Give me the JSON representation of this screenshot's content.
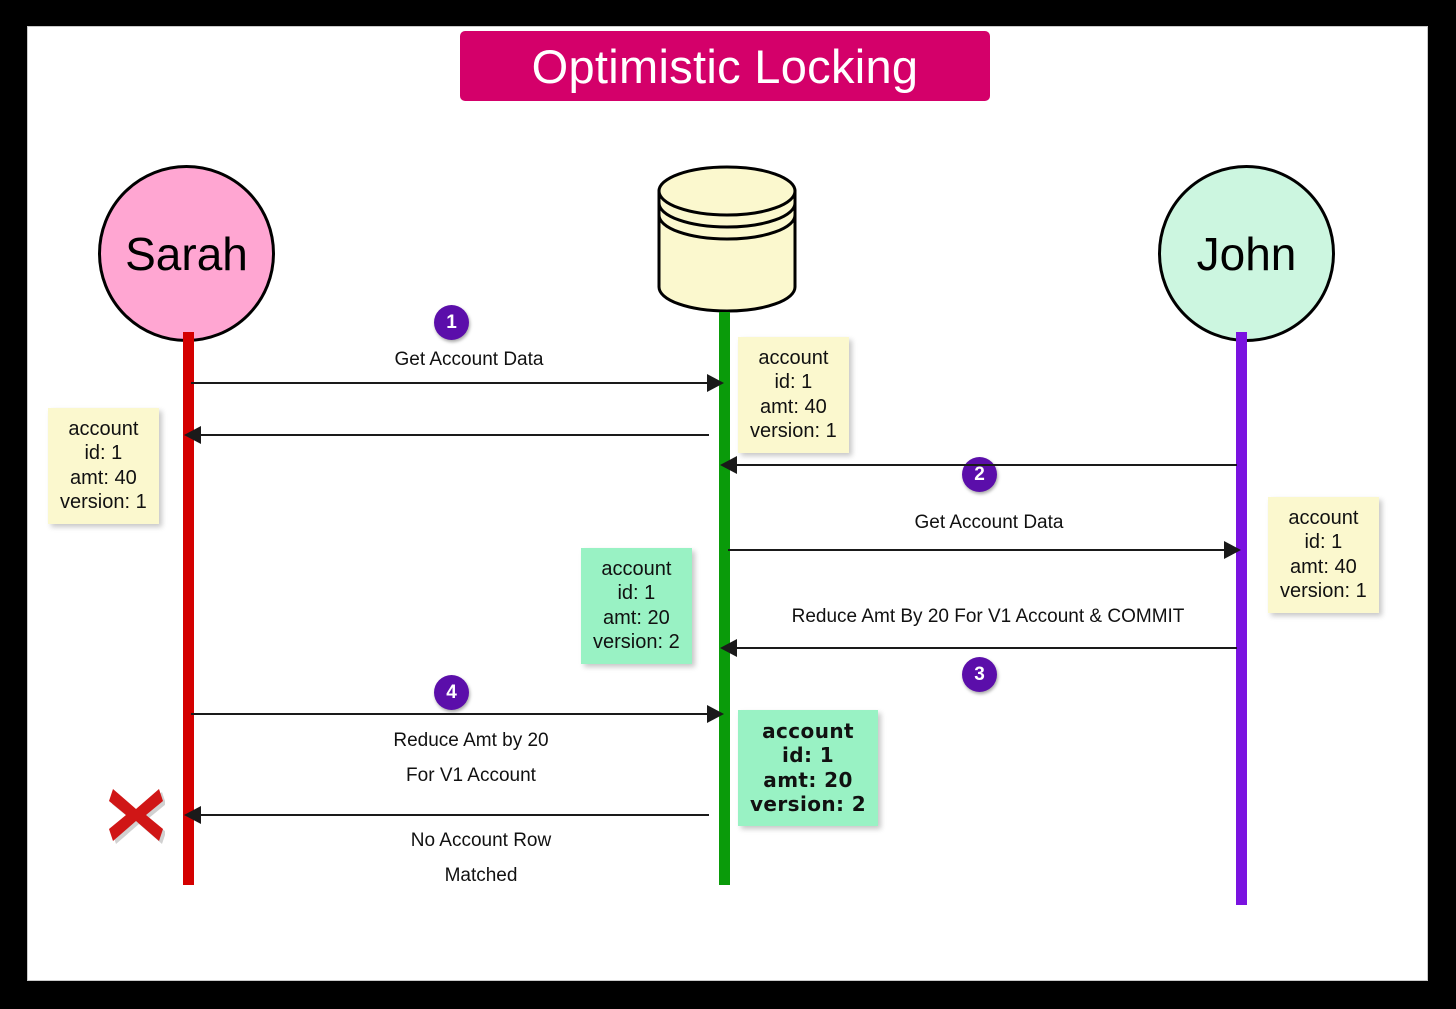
{
  "title": "Optimistic Locking",
  "colors": {
    "title_bg": "#d4006a",
    "sarah_fill": "#ffa6d2",
    "john_fill": "#ccf6e0",
    "db_fill": "#fbf8ce",
    "sarah_lifeline": "#d40000",
    "db_lifeline": "#0a9b0a",
    "john_lifeline": "#7a13e0",
    "badge": "#5b0eaa",
    "note_yellow": "#fbf8ce",
    "note_green": "#99f2c4",
    "fail_x": "#d01616"
  },
  "actors": {
    "sarah": {
      "label": "Sarah",
      "icon": "person-circle-icon"
    },
    "database": {
      "label": "",
      "icon": "database-cylinder-icon"
    },
    "john": {
      "label": "John",
      "icon": "person-circle-icon"
    }
  },
  "steps": [
    {
      "number": "1",
      "label_line1": "Get Account Data",
      "label_line2": ""
    },
    {
      "number": "2",
      "label_line1": "Get Account Data",
      "label_line2": ""
    },
    {
      "number": "3",
      "label_line1": "Reduce Amt By 20 For V1 Account & COMMIT",
      "label_line2": ""
    },
    {
      "number": "4",
      "label_line1": "Reduce Amt by 20",
      "label_line2": "For V1 Account"
    }
  ],
  "messages": {
    "no_match_line1": "No Account Row",
    "no_match_line2": "Matched"
  },
  "notes": {
    "db_v1": {
      "title": "account",
      "id": "id: 1",
      "amt": "amt: 40",
      "version": "version: 1"
    },
    "sarah_v1": {
      "title": "account",
      "id": "id: 1",
      "amt": "amt: 40",
      "version": "version: 1"
    },
    "john_v1": {
      "title": "account",
      "id": "id: 1",
      "amt": "amt: 40",
      "version": "version: 1"
    },
    "db_v2_left": {
      "title": "account",
      "id": "id: 1",
      "amt": "amt: 20",
      "version": "version: 2"
    },
    "db_v2_right": {
      "title": "account",
      "id": "id: 1",
      "amt": "amt: 20",
      "version": "version: 2"
    }
  },
  "failure": {
    "icon": "red-cross-icon"
  }
}
